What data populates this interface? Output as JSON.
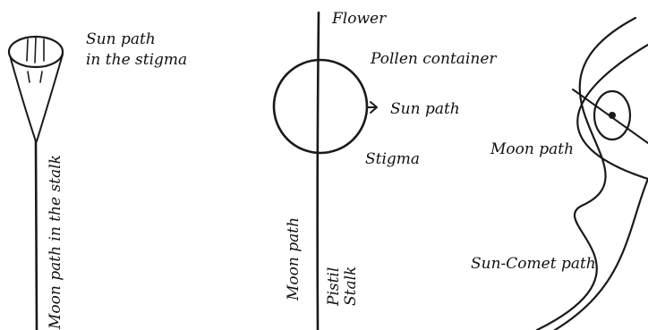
{
  "labels": {
    "sun_path_stigma_line1": "Sun path",
    "sun_path_stigma_line2": "in the stigma",
    "moon_path_stalk": "Moon path in the stalk",
    "flower": "Flower",
    "pollen_container": "Pollen container",
    "sun_path": "Sun path",
    "stigma": "Stigma",
    "moon_path_middle": "Moon path",
    "pistil": "Pistil",
    "stalk": "Stalk",
    "moon_path_right": "Moon path",
    "sun_comet_path": "Sun-Comet path"
  },
  "colors": {
    "ink": "#1a1a1a",
    "background": "#ffffff"
  }
}
